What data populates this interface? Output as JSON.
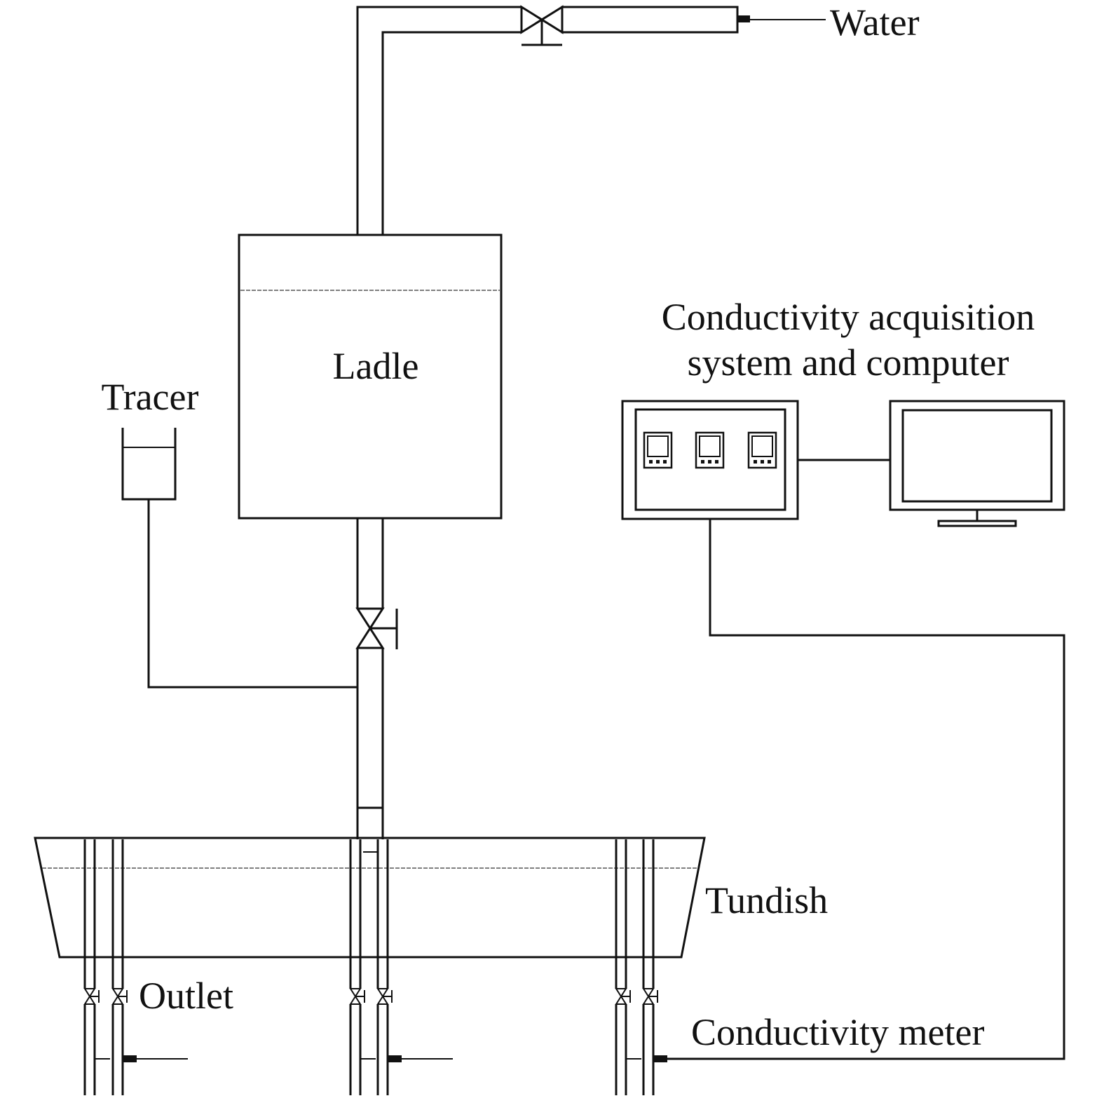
{
  "labels": {
    "water": "Water",
    "ladle": "Ladle",
    "tracer": "Tracer",
    "acquisition_line1": "Conductivity acquisition",
    "acquisition_line2": "system and computer",
    "tundish": "Tundish",
    "outlet": "Outlet",
    "conductivity_meter": "Conductivity meter"
  },
  "acquisition_units": 3,
  "outlet_groups": 3,
  "outlets_per_group": 2
}
